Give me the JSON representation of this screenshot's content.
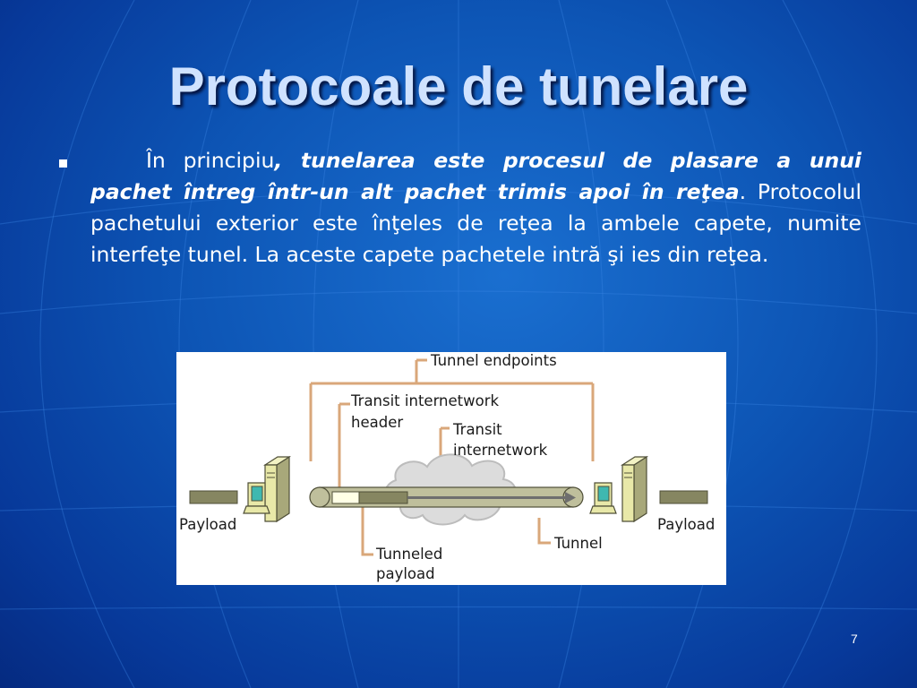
{
  "slide": {
    "title": "Protocoale de tunelare",
    "bullet": {
      "lead": "În principiu",
      "emphasis": ", tunelarea este procesul de plasare a unui pachet întreg într-un alt pachet trimis apoi în reţea",
      "rest": ". Protocolul pachetului exterior este înţeles de reţea la ambele capete, numite interfeţe tunel. La aceste capete pachetele intră şi ies din reţea."
    },
    "page_number": "7"
  },
  "diagram": {
    "labels": {
      "tunnel_endpoints": "Tunnel endpoints",
      "transit_header_line1": "Transit internetwork",
      "transit_header_line2": "header",
      "transit_internetwork_line1": "Transit",
      "transit_internetwork_line2": "internetwork",
      "payload_left": "Payload",
      "payload_right": "Payload",
      "tunnel": "Tunnel",
      "tunneled_payload_line1": "Tunneled",
      "tunneled_payload_line2": "payload"
    }
  },
  "colors": {
    "background": "#0d55b5",
    "title": "#cfe2ff",
    "text": "#ffffff",
    "callout_lines": "#d9a77a",
    "computer": "#e8e8a8",
    "payload_box": "#868661"
  }
}
